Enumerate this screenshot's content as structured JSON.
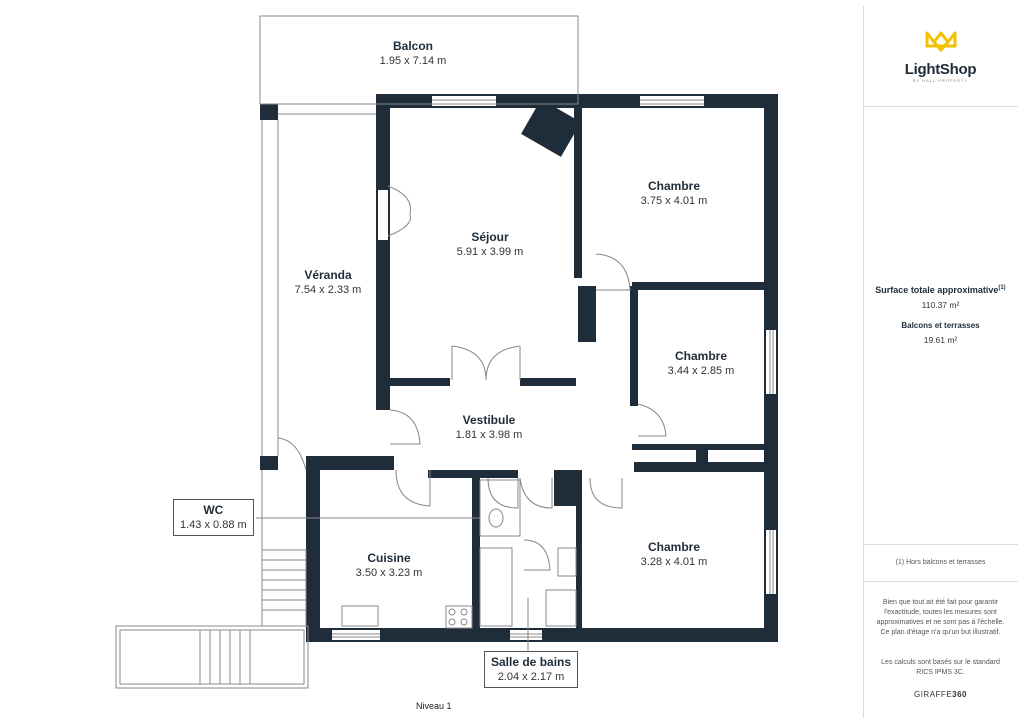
{
  "plan": {
    "level_label": "Niveau 1",
    "rooms": [
      {
        "id": "balcon",
        "name": "Balcon",
        "dims": "1.95 x 7.14 m"
      },
      {
        "id": "veranda",
        "name": "Véranda",
        "dims": "7.54 x 2.33 m"
      },
      {
        "id": "sejour",
        "name": "Séjour",
        "dims": "5.91 x 3.99 m"
      },
      {
        "id": "chambre1",
        "name": "Chambre",
        "dims": "3.75 x 4.01 m"
      },
      {
        "id": "chambre2",
        "name": "Chambre",
        "dims": "3.44 x 2.85 m"
      },
      {
        "id": "vestibule",
        "name": "Vestibule",
        "dims": "1.81 x 3.98 m"
      },
      {
        "id": "cuisine",
        "name": "Cuisine",
        "dims": "3.50 x 3.23 m"
      },
      {
        "id": "chambre3",
        "name": "Chambre",
        "dims": "3.28 x 4.01 m"
      }
    ],
    "wc": {
      "name": "WC",
      "dims": "1.43 x 0.88 m"
    },
    "sdb": {
      "name": "Salle de bains",
      "dims": "2.04 x 2.17 m"
    },
    "colors": {
      "wall": "#1f2d3a",
      "line": "#888888",
      "accent": "#f2c200"
    }
  },
  "sidebar": {
    "brand": "LightShop",
    "brand_sub": "BY HALL PROPERTY",
    "logo_icon": "crown-icon",
    "total_title": "Surface totale approximative",
    "total_sup": "(1)",
    "total_value": "110.37 m²",
    "balcony_title": "Balcons et terrasses",
    "balcony_value": "19.61 m²",
    "footnote": "(1) Hors balcons et terrasses",
    "disclaimer": "Bien que tout ait été fait pour garantir l'exactitude, toutes les mesures sont approximatives et ne sont pas à l'échelle. Ce plan d'étage n'a qu'un but illustratif.",
    "standard": "Les calculs sont basés sur le standard RICS IPMS 3C.",
    "giraffe_a": "GIRAFFE",
    "giraffe_b": "360"
  }
}
